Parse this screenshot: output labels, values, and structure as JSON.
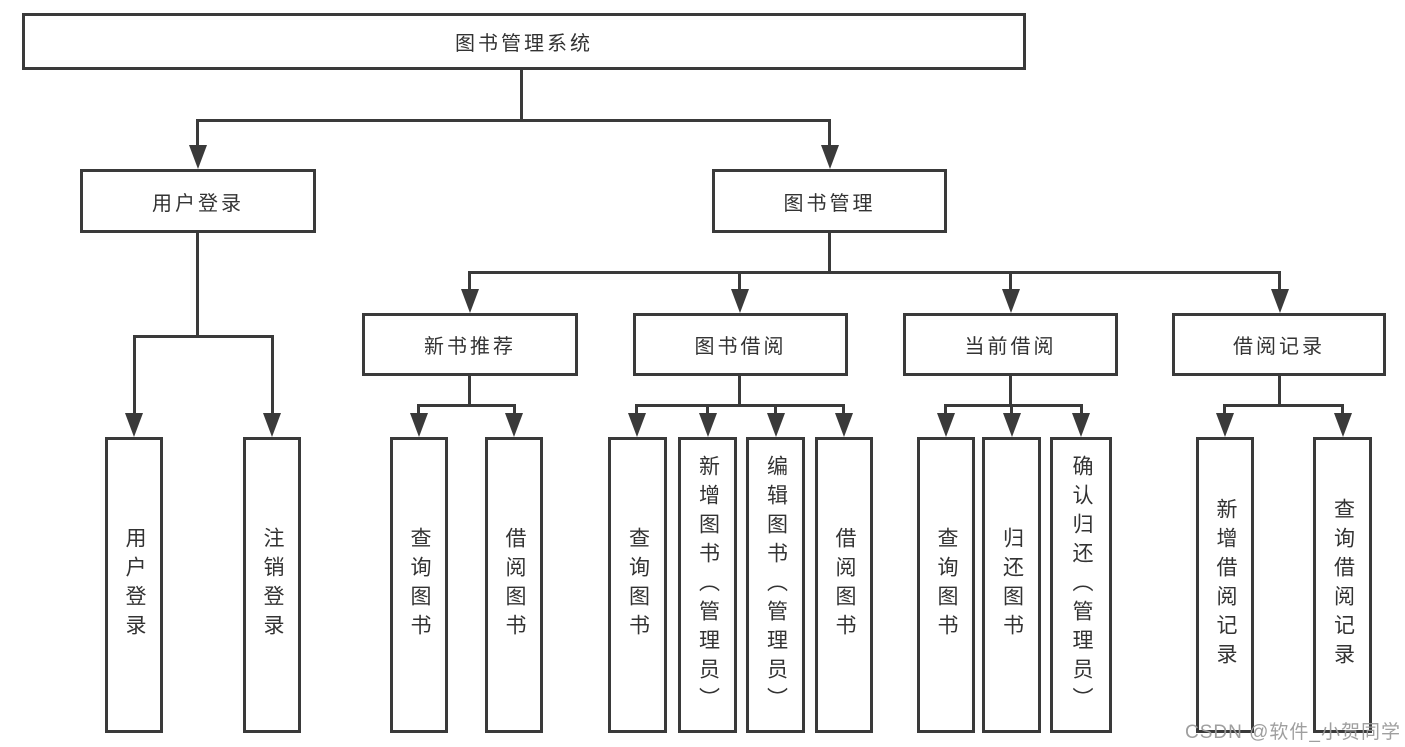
{
  "diagram_type": "hierarchy-tree",
  "tree": {
    "label": "图书管理系统",
    "children": [
      {
        "label": "用户登录",
        "children": [
          {
            "label": "用户登录"
          },
          {
            "label": "注销登录"
          }
        ]
      },
      {
        "label": "图书管理",
        "children": [
          {
            "label": "新书推荐",
            "children": [
              {
                "label": "查询图书"
              },
              {
                "label": "借阅图书"
              }
            ]
          },
          {
            "label": "图书借阅",
            "children": [
              {
                "label": "查询图书"
              },
              {
                "label": "新增图书（管理员）"
              },
              {
                "label": "编辑图书（管理员）"
              },
              {
                "label": "借阅图书"
              }
            ]
          },
          {
            "label": "当前借阅",
            "children": [
              {
                "label": "查询图书"
              },
              {
                "label": "归还图书"
              },
              {
                "label": "确认归还（管理员）"
              }
            ]
          },
          {
            "label": "借阅记录",
            "children": [
              {
                "label": "新增借阅记录"
              },
              {
                "label": "查询借阅记录"
              }
            ]
          }
        ]
      }
    ]
  },
  "watermark": {
    "text": "CSDN @软件_小贺同学"
  },
  "colors": {
    "line": "#3a3a3a",
    "box_border": "#3a3a3a",
    "text": "#333333",
    "watermark": "#9a9a9a",
    "background": "#ffffff"
  }
}
